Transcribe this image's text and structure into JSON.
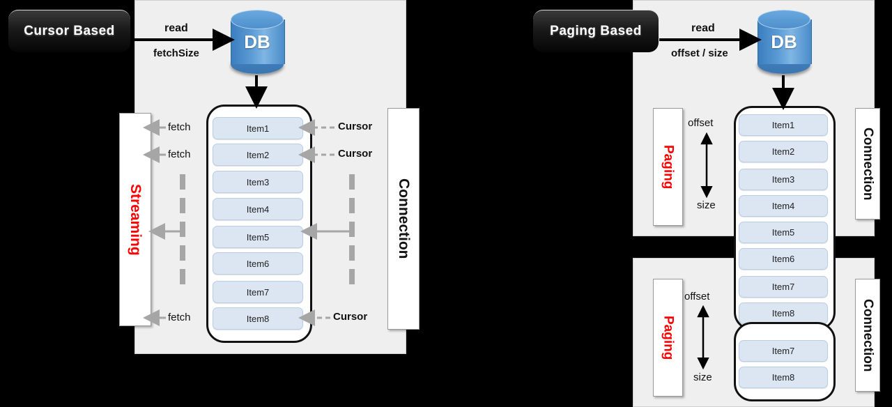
{
  "diagram": {
    "title_colors": {
      "accent_red": "#ff0000",
      "item_fill": "#dce6f2",
      "db_blue": "#5b9bd5",
      "panel_gray": "#efefef"
    },
    "left": {
      "title": "Cursor Based",
      "arrow_labels": {
        "top": "read",
        "bottom": "fetchSize"
      },
      "db_label": "DB",
      "stream_label": "Streaming",
      "connection_label": "Connection",
      "items": [
        "Item1",
        "Item2",
        "Item3",
        "Item4",
        "Item5",
        "Item6",
        "Item7",
        "Item8"
      ],
      "fetch_labels": [
        "fetch",
        "fetch",
        "fetch"
      ],
      "cursor_labels": [
        "Cursor",
        "Cursor",
        "Cursor"
      ]
    },
    "right": {
      "title": "Paging Based",
      "arrow_labels": {
        "top": "read",
        "bottom": "offset / size"
      },
      "db_label": "DB",
      "paging_label_1": "Paging",
      "paging_label_2": "Paging",
      "connection_label_1": "Connection",
      "connection_label_2": "Connection",
      "offset_label_1": "offset",
      "size_label_1": "size",
      "offset_label_2": "offset",
      "size_label_2": "size",
      "items_page1": [
        "Item1",
        "Item2",
        "Item3",
        "Item4",
        "Item5",
        "Item6",
        "Item7",
        "Item8"
      ],
      "items_page2": [
        "Item7",
        "Item8"
      ]
    }
  }
}
